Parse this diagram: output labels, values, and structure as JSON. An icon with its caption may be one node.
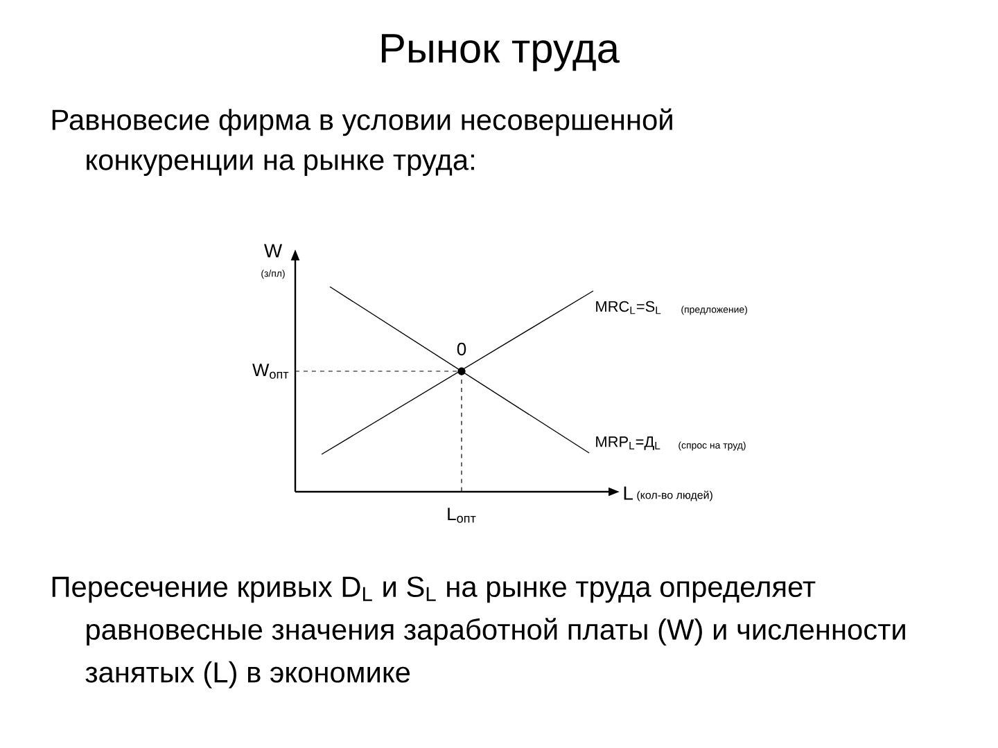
{
  "diagram": {
    "title": "Рынок труда",
    "labels": [
      "Равновесие фирма в условии несовершенной конкуренции на рынке труда:",
      "W",
      "(з/пл)",
      "MRC$_{L}$=S$_{L}$",
      "(предложение)",
      "0",
      "W$_{опт}$",
      "MRP$_{L}$=Д$_{L}$",
      "(спрос на труд)",
      "L",
      "(кол-во людей)",
      "L$_{опт}$",
      "Пересечение кривых D$_{L}$ и S$_{L}$ на рынке труда определяет равновесные значения заработной платы (W) и численности занятых (L) в экономике"
    ]
  }
}
